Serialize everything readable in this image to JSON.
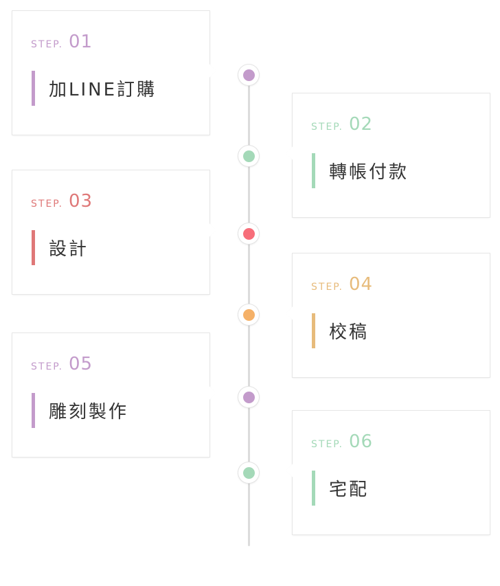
{
  "colors": {
    "purple": "#c39bcb",
    "green": "#a4d9b8",
    "red": "#df7878",
    "red_dot": "#f76e7a",
    "orange": "#e7bb7b",
    "orange_dot": "#f5b168"
  },
  "steps": [
    {
      "prefix": "STEP.",
      "number": "01",
      "title": "加LINE訂購",
      "color": "#c39bcb",
      "dot_color": "#c39bcb"
    },
    {
      "prefix": "STEP.",
      "number": "02",
      "title": "轉帳付款",
      "color": "#a4d9b8",
      "dot_color": "#a4d9b8"
    },
    {
      "prefix": "STEP.",
      "number": "03",
      "title": "設計",
      "color": "#df7878",
      "dot_color": "#f76e7a"
    },
    {
      "prefix": "STEP.",
      "number": "04",
      "title": "校稿",
      "color": "#e7bb7b",
      "dot_color": "#f5b168"
    },
    {
      "prefix": "STEP.",
      "number": "05",
      "title": "雕刻製作",
      "color": "#c39bcb",
      "dot_color": "#c39bcb"
    },
    {
      "prefix": "STEP.",
      "number": "06",
      "title": "宅配",
      "color": "#a4d9b8",
      "dot_color": "#a4d9b8"
    }
  ]
}
